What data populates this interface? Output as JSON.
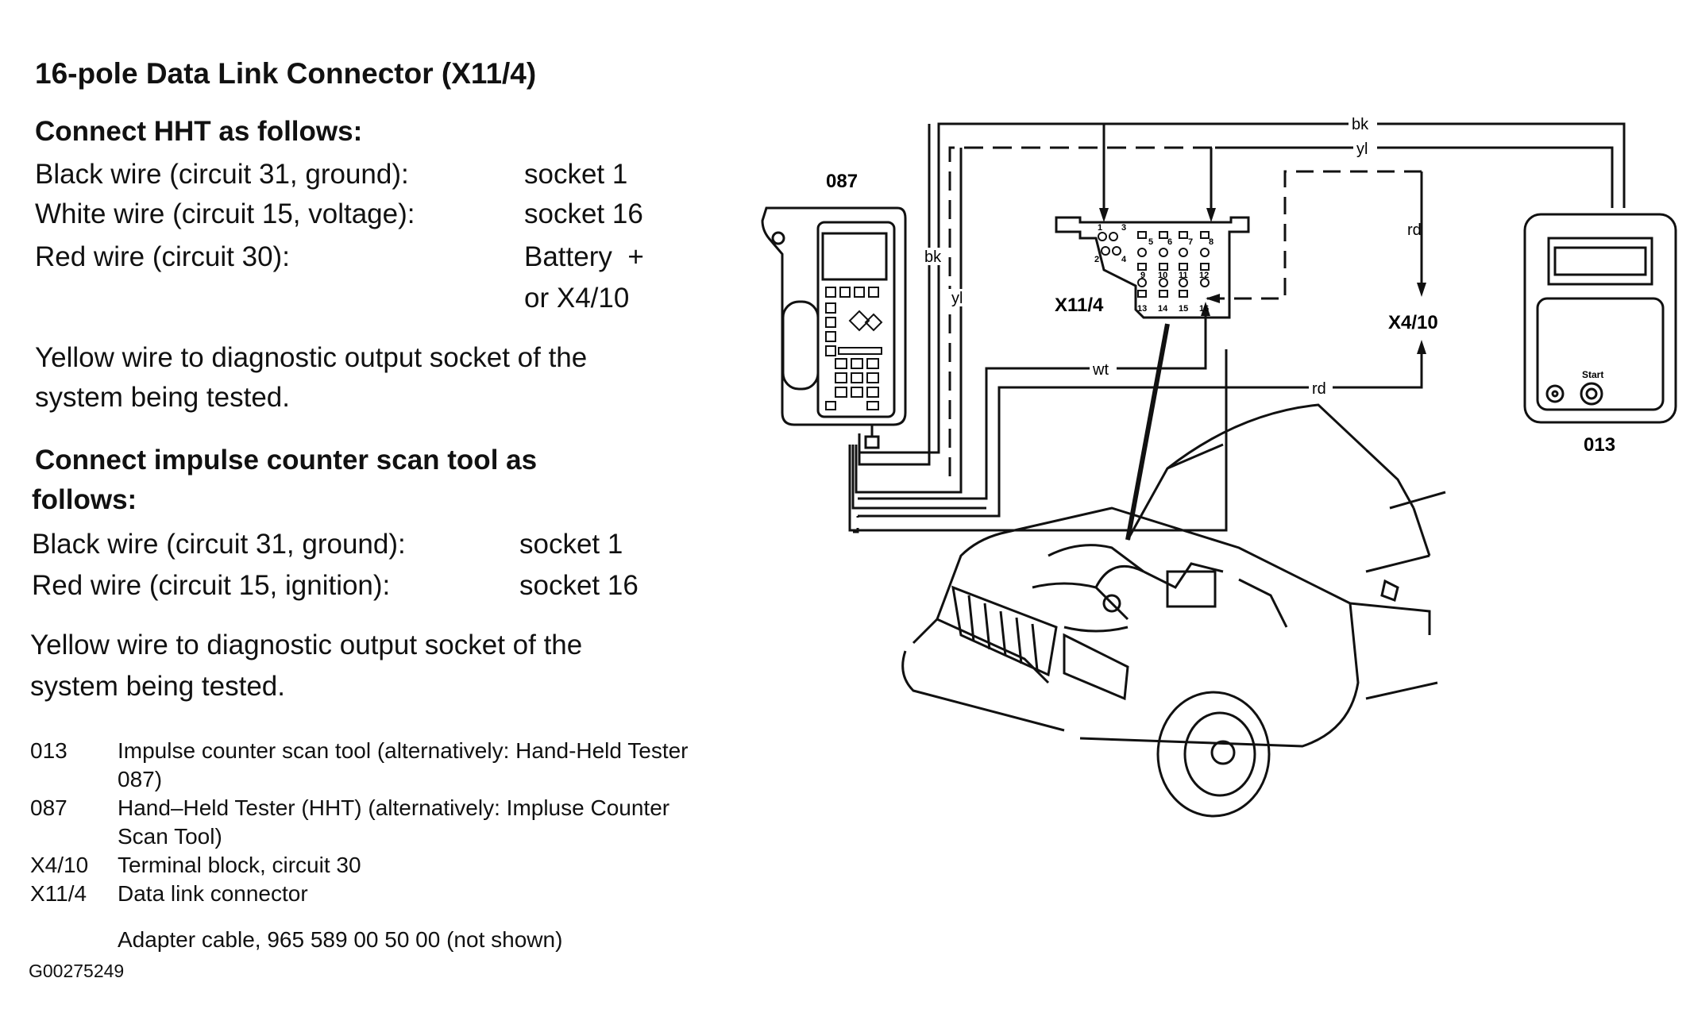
{
  "title": "16-pole Data Link Connector (X11/4)",
  "hht_section": {
    "heading": "Connect HHT as follows:",
    "rows": [
      {
        "label": "Black wire (circuit 31, ground):",
        "value": "socket 1"
      },
      {
        "label": "White wire (circuit 15, voltage):",
        "value": "socket 16"
      },
      {
        "label": "Red wire (circuit 30):",
        "value": "Battery  +"
      },
      {
        "label": "",
        "value": "or X4/10"
      }
    ],
    "note_line1": "Yellow wire to diagnostic output socket of the",
    "note_line2": "system being tested."
  },
  "impulse_section": {
    "heading_line1": "Connect impulse counter scan tool as",
    "heading_line2": "follows:",
    "rows": [
      {
        "label": "Black wire (circuit 31, ground):",
        "value": "socket 1"
      },
      {
        "label": "Red wire (circuit 15, ignition):",
        "value": "socket 16"
      }
    ],
    "note_line1": "Yellow wire to diagnostic output socket of the",
    "note_line2": "system being tested."
  },
  "legend": [
    {
      "code": "013",
      "text": "Impulse counter scan tool (alternatively: Hand-Held Tester 087)"
    },
    {
      "code": "087",
      "text": "Hand–Held Tester (HHT) (alternatively: Impluse Counter Scan Tool)"
    },
    {
      "code": "X4/10",
      "text": "Terminal block, circuit 30"
    },
    {
      "code": "X11/4",
      "text": "Data link connector"
    }
  ],
  "adapter_note": "Adapter cable, 965 589 00 50 00 (not shown)",
  "figure_id": "G00275249",
  "diagram": {
    "label_087": "087",
    "label_013": "013",
    "label_x11": "X11/4",
    "label_x410": "X4/10",
    "wire_bk": "bk",
    "wire_yl": "yl",
    "wire_wt": "wt",
    "wire_rd": "rd",
    "start_label": "Start",
    "pins_left": [
      "1",
      "2",
      "3",
      "4"
    ],
    "pins_grid": [
      "5",
      "6",
      "7",
      "8",
      "9",
      "10",
      "11",
      "12",
      "13",
      "14",
      "15",
      "16"
    ]
  }
}
